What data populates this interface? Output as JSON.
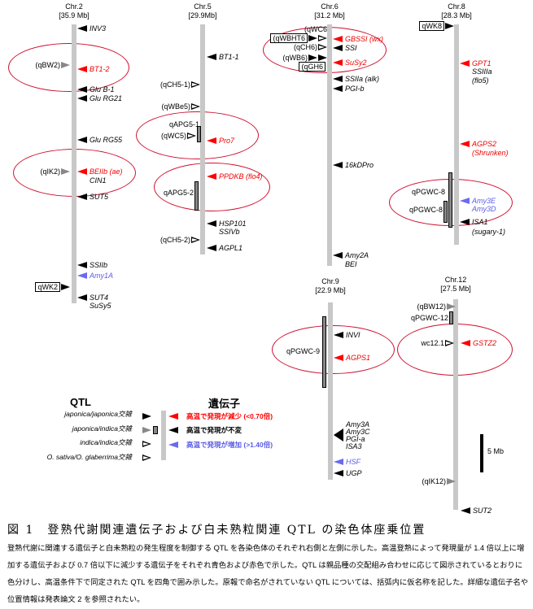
{
  "chromosomes": {
    "chr2": {
      "name": "Chr.2",
      "size": "[35.9 Mb]"
    },
    "chr5": {
      "name": "Chr.5",
      "size": "[29.9Mb]"
    },
    "chr6": {
      "name": "Chr.6",
      "size": "[31.2 Mb]"
    },
    "chr8": {
      "name": "Chr.8",
      "size": "[28.3 Mb]"
    },
    "chr9": {
      "name": "Chr.9",
      "size": "[22.9 Mb]"
    },
    "chr12": {
      "name": "Chr.12",
      "size": "[27.5 Mb]"
    }
  },
  "genes": {
    "chr2": [
      "INV3",
      "BT1-2",
      "Glu B-1",
      "Glu RG21",
      "Glu RG55",
      "BEIIb (ae)",
      "CIN1",
      "SUT5",
      "SSIIb",
      "Amy1A",
      "SUT4",
      "SuSy5"
    ],
    "chr5": [
      "BT1-1",
      "Pro7",
      "PPDKB (flo4)",
      "HSP101",
      "SSIVb",
      "AGPL1"
    ],
    "chr6": [
      "GBSSI (wx)",
      "SSI",
      "SuSy2",
      "SSIIa (alk)",
      "PGI-b",
      "16kDPro",
      "Amy2A",
      "BEI"
    ],
    "chr8": [
      "GPT1",
      "SSIIIa",
      "(flo5)",
      "AGPS2",
      "(Shrunken)",
      "Amy3E",
      "Amy3D",
      "ISA1",
      "(sugary-1)"
    ],
    "chr9": [
      "INVI",
      "AGPS1",
      "Amy3A",
      "Amy3C",
      "PGI-a",
      "ISA3",
      "HSF",
      "UGP"
    ],
    "chr12": [
      "GSTZ2",
      "SUT2"
    ]
  },
  "qtls": {
    "chr2": [
      "(qBW2)",
      "(qIK2)",
      "qWK2"
    ],
    "chr5": [
      "(qCH5-1)",
      "(qWBe5)",
      "qAPG5-1",
      "(qWC5)",
      "qAPG5-2",
      "(qCH5-2)"
    ],
    "chr6": [
      "(qWC6",
      "(qWBHT6",
      "(qCH6)",
      "(qWB6)",
      "(qGH6"
    ],
    "chr8": [
      "qWK8",
      "qPGWC-8",
      "qPGWC-8"
    ],
    "chr9": [
      "qPGWC-9"
    ],
    "chr12": [
      "(qBW12)",
      "qPGWC-12",
      "wc12.1",
      "(qIK12)"
    ]
  },
  "legend": {
    "qtl_title": "QTL",
    "gene_title": "遺伝子",
    "qtl_items": [
      "japonica/japonica交雑",
      "japonica/indica交雑",
      "indica/indica交雑",
      "O. sativa/O. glaberrima交雑"
    ],
    "gene_items": [
      "高温で発現が減少 (<0.70倍)",
      "高温で発現が不変",
      "高温で発現が増加 (>1.40倍)"
    ]
  },
  "scale": {
    "label": "5 Mb"
  },
  "caption": {
    "title": "図 1　登熟代謝関連遺伝子および白未熟粒関連 QTL の染色体座乗位置",
    "body": "登熟代謝に関連する遺伝子と白未熟粒の発生程度を制御する QTL を各染色体のそれぞれ右側と左側に示した。高温登熟によって発現量が 1.4 倍以上に増加する遺伝子および 0.7 倍以下に減少する遺伝子をそれぞれ青色および赤色で示した。QTL は親品種の交配組み合わせに応じて図示されているとおりに色分けし、高温条件下で同定された QTL を四角で囲み示した。原報で命名がされていない QTL については、括弧内に仮名称を記した。詳細な遺伝子名や位置情報は発表論文 2 を参照されたい。"
  },
  "colors": {
    "decrease": "#ff0000",
    "increase": "#6a6af0",
    "chromosome": "#c8c8c8",
    "ellipse": "#d01030"
  }
}
